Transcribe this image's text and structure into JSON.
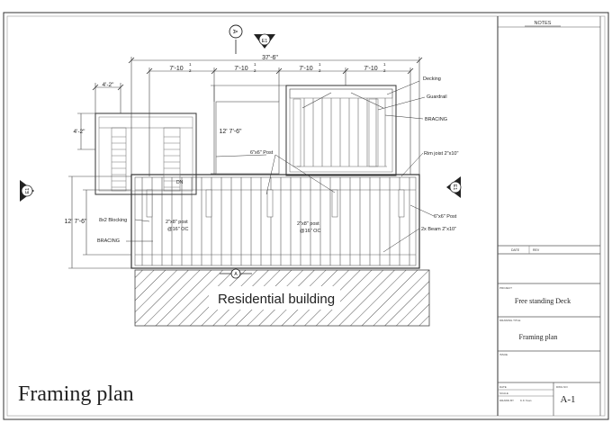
{
  "drawing": {
    "title": "Framing plan",
    "building_label": "Residential building",
    "dimensions": {
      "overall_width": "37'-6\"",
      "bay_1": "7'-10",
      "bay_2": "7'-10",
      "bay_3": "7'-10",
      "bay_4": "7'-10",
      "bay_frac_num": "1",
      "bay_frac_den": "2",
      "stair_width": "4'-2\"",
      "stair_depth": "4'-2\"",
      "upper_depth": "12'  7'-6\"",
      "lower_depth": "12'  7'-6\""
    },
    "annotations": {
      "decking": "Decking",
      "guardrail": "Guardrail",
      "bracing_upper": "BRACING",
      "rim_joist": "Rim joist 2\"x10\"",
      "post_6x6_upper": "6\"x6\" Post",
      "blocking": "8x2 Blocking",
      "bracing_lower": "BRACING",
      "post_2x8_left": "2\"x8\" post",
      "post_2x8_left_oc": "@16\" OC",
      "post_2x8_right": "2\"x8\" post",
      "post_2x8_right_oc": "@16\" OC",
      "post_6x6_right": "6\"x6\" Post",
      "beam": "2x Beam 2\"x10\"",
      "dn": "DN"
    },
    "section_markers": {
      "top_a": "A",
      "top_e1": "E1",
      "left_e1": "E1",
      "right_e1": "E1",
      "bottom_a": "A"
    }
  },
  "title_block": {
    "notes_heading": "NOTES",
    "date_label": "DATE",
    "rev_label": "REV",
    "project_label": "PROJECT",
    "project_name": "Free standing Deck",
    "drawing_title_label": "DRAWING TITLE",
    "drawing_title": "Framing plan",
    "issue_label": "ISSUE",
    "scale_label": "SCALE",
    "drawn_by_label": "DRAWN BY",
    "drawn_by": "K.K Yuan",
    "date_short_label": "DATE",
    "dwg_label": "DWG NO",
    "sheet_number": "A-1"
  }
}
